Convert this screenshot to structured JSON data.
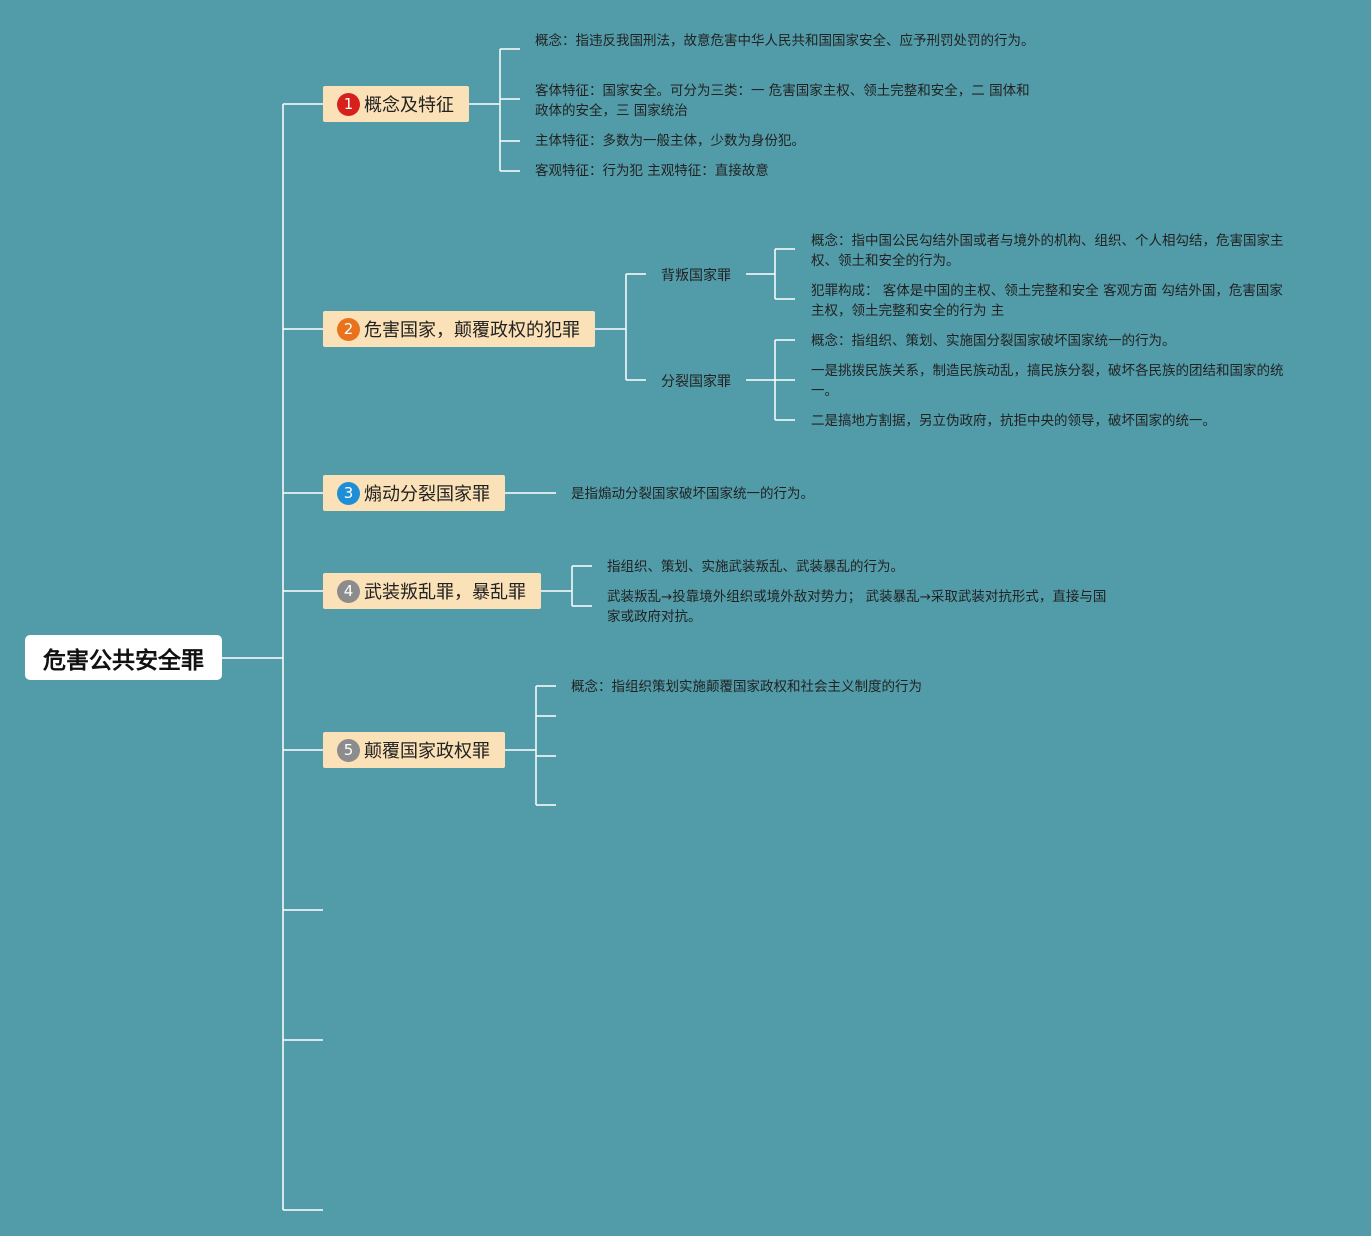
{
  "root": {
    "label": "危害公共安全罪"
  },
  "colors": {
    "background": "#519ca8",
    "topic_fill": "#fbe1b7",
    "badge_1": "#d6201b",
    "badge_2": "#e8731c",
    "badge_3": "#1e8fd6",
    "badge_4": "#8c8c8c",
    "badge_5": "#8c8c8c"
  },
  "topics": [
    {
      "number": "1",
      "label": "概念及特征",
      "leaves": [
        "概念：指违反我国刑法，故意危害中华人民共和国国家安全、应予刑罚处罚的行为。",
        "客体特征：国家安全。可分为三类：一 危害国家主权、领土完整和安全，二 国体和政体的安全，三 国家统治",
        "主体特征：多数为一般主体，少数为身份犯。",
        "客观特征：行为犯 主观特征：直接故意"
      ]
    },
    {
      "number": "2",
      "label": "危害国家，颠覆政权的犯罪",
      "subtopics": [
        {
          "label": "背叛国家罪",
          "leaves": [
            "概念：指中国公民勾结外国或者与境外的机构、组织、个人相勾结，危害国家主权、领土和安全的行为。",
            "犯罪构成： 客体是中国的主权、领土完整和安全 客观方面 勾结外国，危害国家主权，领土完整和安全的行为 主"
          ]
        },
        {
          "label": "分裂国家罪",
          "leaves": [
            "概念：指组织、策划、实施国分裂国家破坏国家统一的行为。",
            "一是挑拨民族关系，制造民族动乱，搞民族分裂，破坏各民族的团结和国家的统一。",
            "二是搞地方割据，另立伪政府，抗拒中央的领导，破坏国家的统一。"
          ]
        }
      ]
    },
    {
      "number": "3",
      "label": "煽动分裂国家罪",
      "leaves": [
        "是指煽动分裂国家破坏国家统一的行为。"
      ]
    },
    {
      "number": "4",
      "label": "武装叛乱罪，暴乱罪",
      "leaves": [
        "指组织、策划、实施武装叛乱、武装暴乱的行为。",
        "武装叛乱→投靠境外组织或境外敌对势力； 武装暴乱→采取武装对抗形式，直接与国家或政府对抗。"
      ]
    },
    {
      "number": "5",
      "label": "颠覆国家政权罪",
      "leaves": [
        "概念：指组织策划实施颠覆国家政权和社会主义制度的行为"
      ]
    }
  ]
}
